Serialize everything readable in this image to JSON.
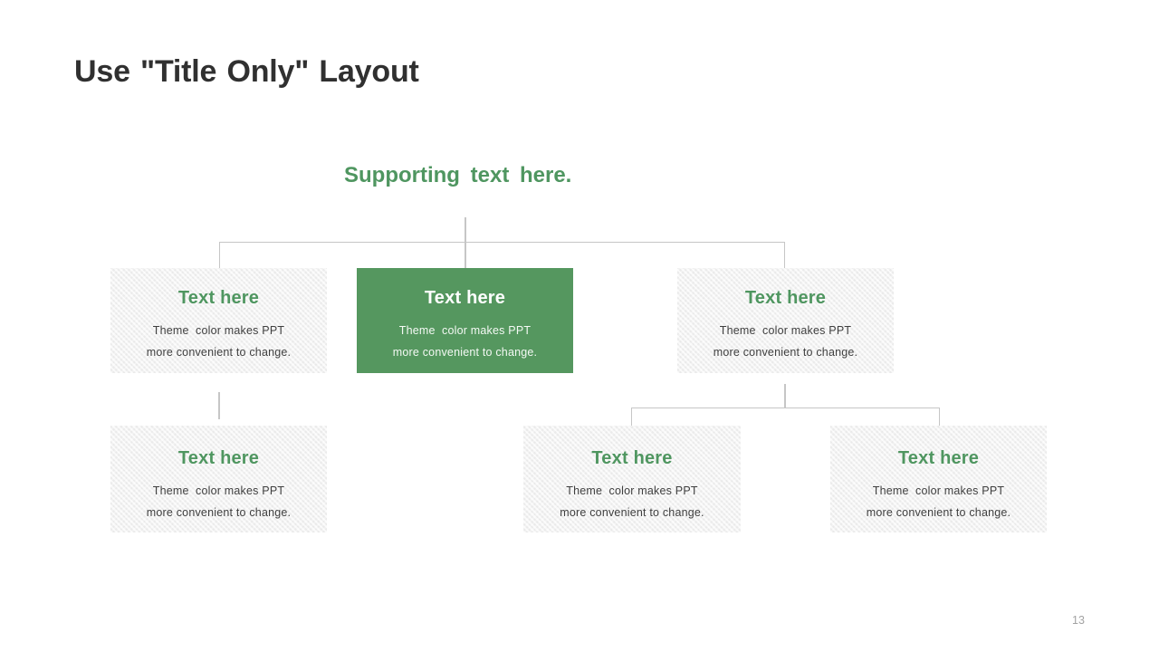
{
  "slide": {
    "title": "Use \"Title Only\" Layout",
    "supporting_heading": "Supporting  text  here.",
    "page_number": "13"
  },
  "colors": {
    "theme_green": "#55975F",
    "green_text": "#4F9660",
    "box_gray": "#F2F2F2",
    "title_color": "#303030",
    "body_text": "#3F3F3F",
    "connector": "#C6C6C6",
    "page_number_gray": "#A3A3A3"
  },
  "org_chart": {
    "nodes": [
      {
        "variant": "gray",
        "title": "Text here",
        "body_line1": "Theme  color makes PPT",
        "body_line2": "more convenient to change."
      },
      {
        "variant": "green",
        "title": "Text here",
        "body_line1": "Theme  color makes PPT",
        "body_line2": "more convenient to change."
      },
      {
        "variant": "gray",
        "title": "Text here",
        "body_line1": "Theme  color makes PPT",
        "body_line2": "more convenient to change."
      },
      {
        "variant": "gray",
        "title": "Text here",
        "body_line1": "Theme  color makes PPT",
        "body_line2": "more convenient to change."
      },
      {
        "variant": "gray",
        "title": "Text here",
        "body_line1": "Theme  color makes PPT",
        "body_line2": "more convenient to change."
      },
      {
        "variant": "gray",
        "title": "Text here",
        "body_line1": "Theme  color makes PPT",
        "body_line2": "more convenient to change."
      }
    ]
  }
}
